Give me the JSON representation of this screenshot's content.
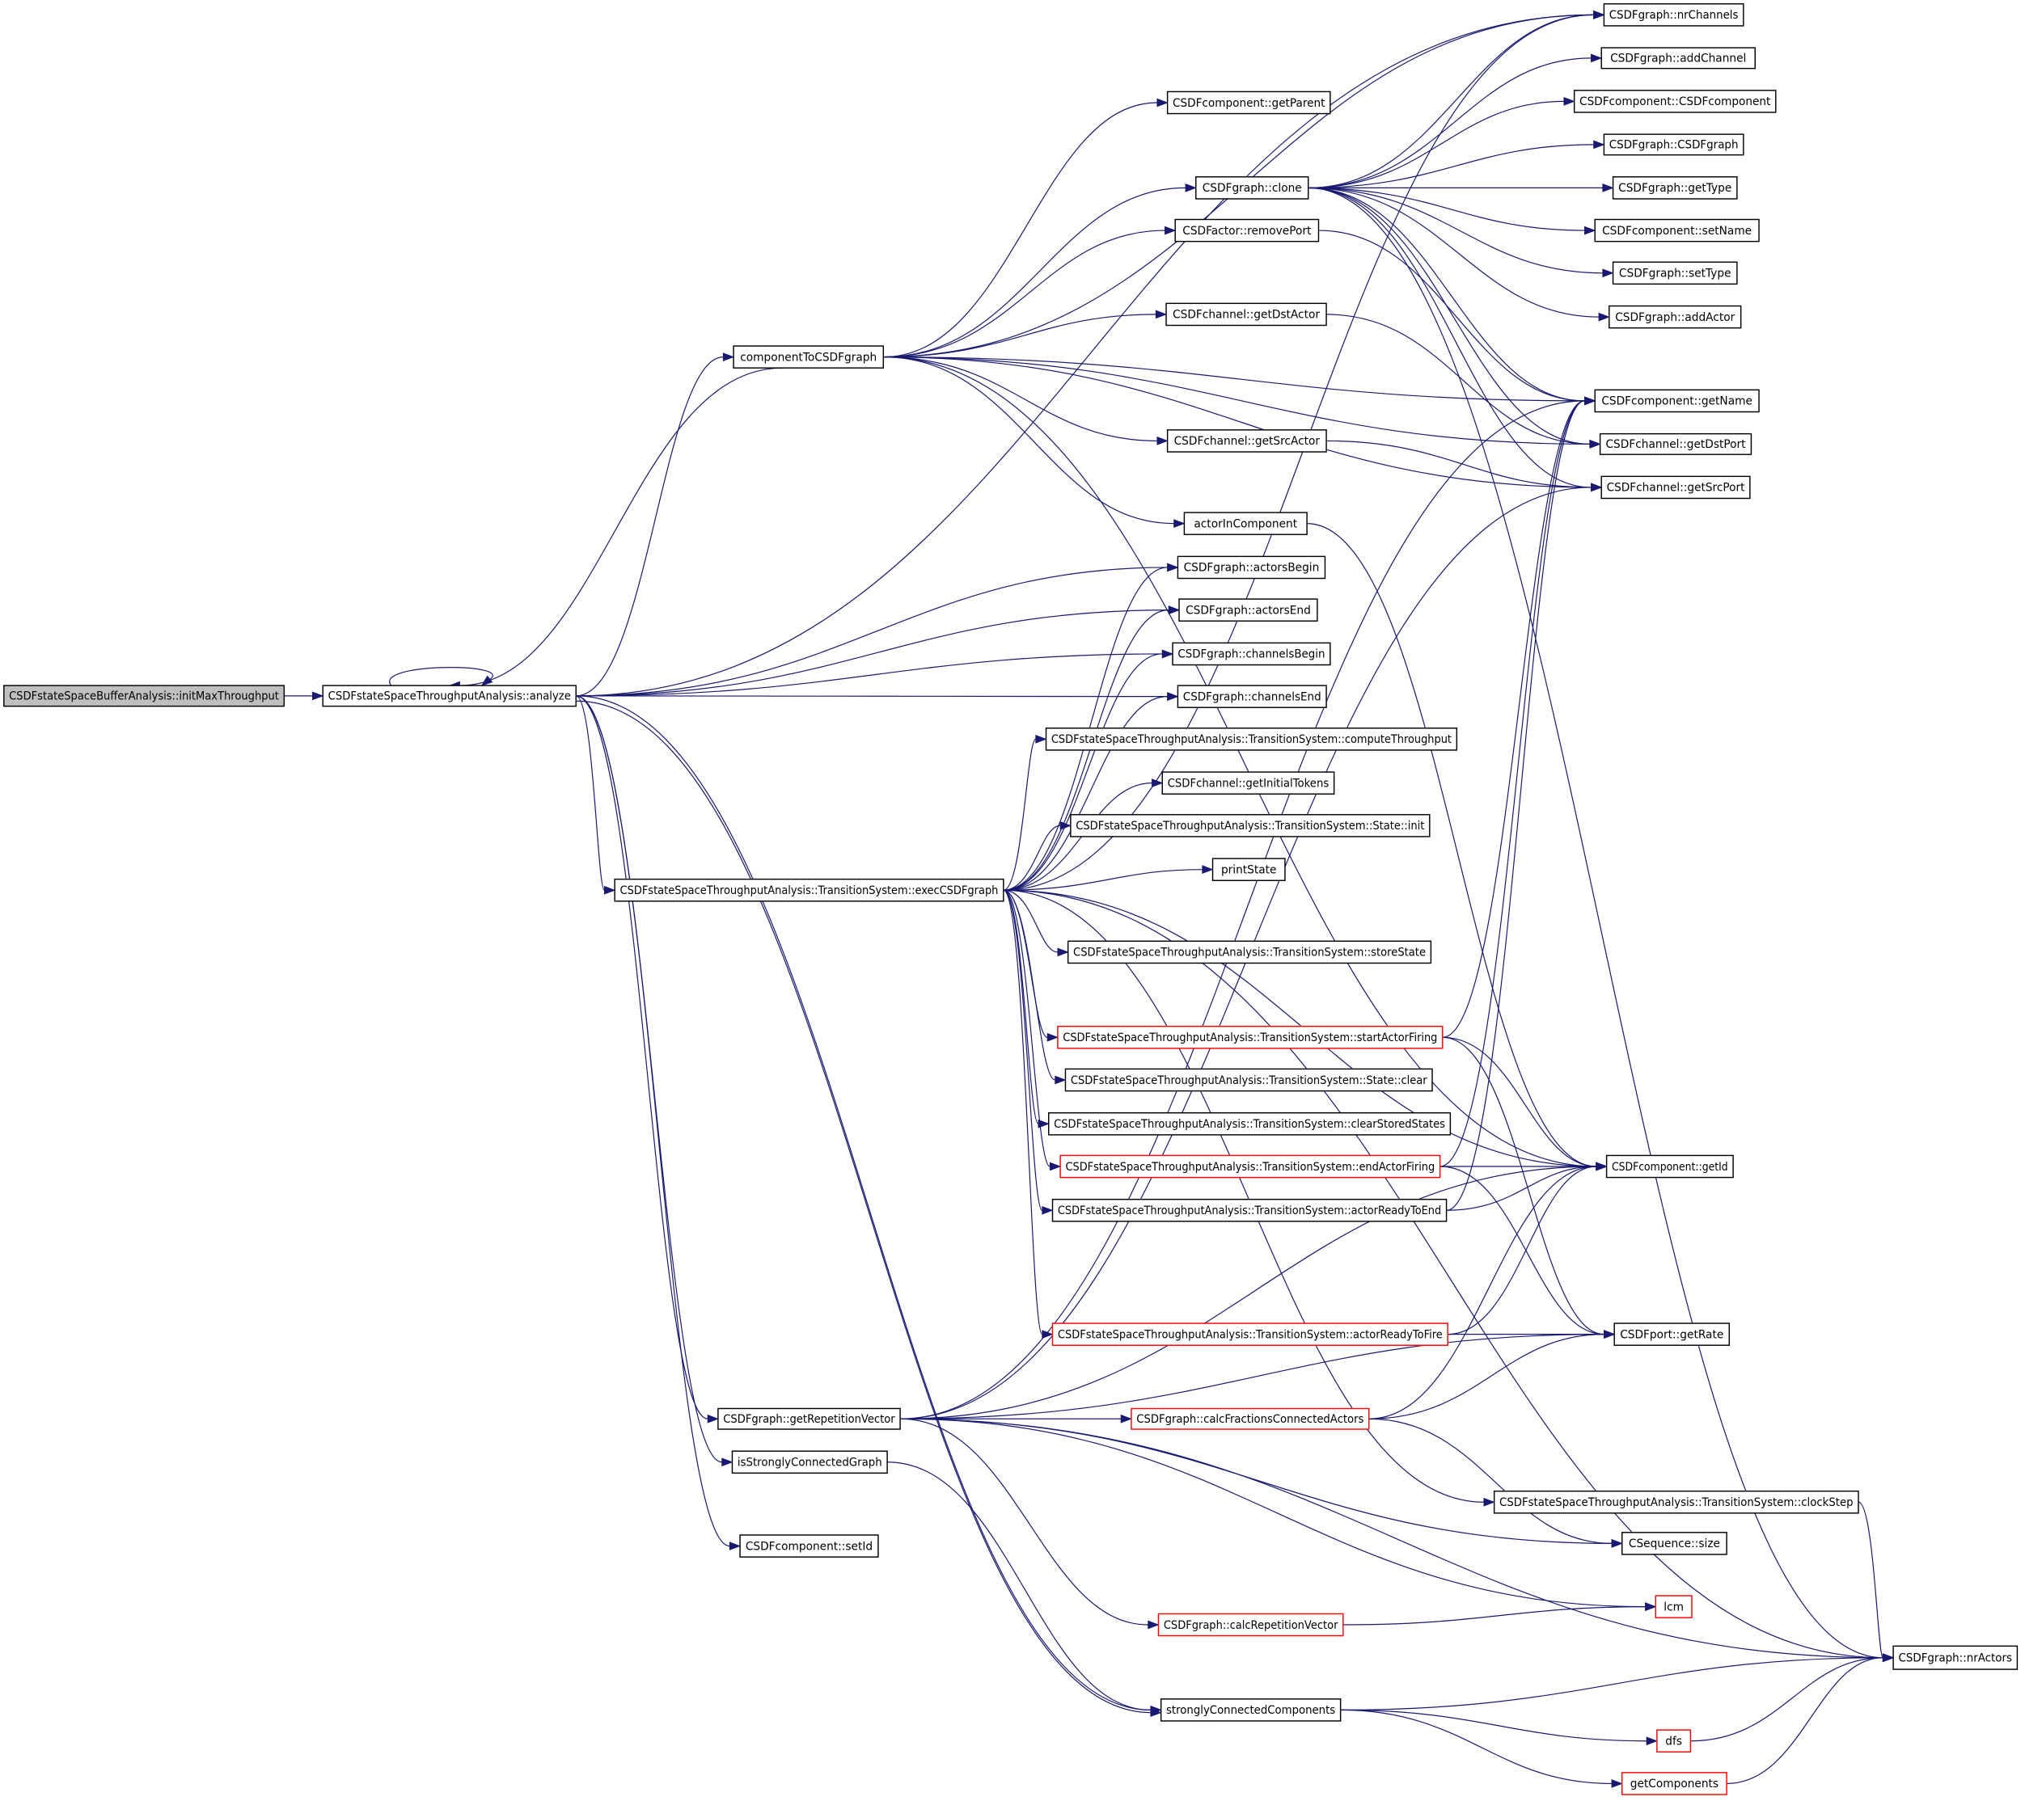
{
  "graph": {
    "type": "call-graph",
    "colors": {
      "edge": "#191970",
      "root_fill": "#bfbfbf",
      "node_fill": "#ffffff",
      "node_border": "#000000",
      "truncated_border": "#ff0000"
    },
    "nodes": [
      {
        "id": "initMax",
        "label": "CSDFstateSpaceBufferAnalysis::initMaxThroughput",
        "style": "root"
      },
      {
        "id": "analyze",
        "label": "CSDFstateSpaceThroughputAnalysis::analyze",
        "style": "normal"
      },
      {
        "id": "compToGraph",
        "label": "componentToCSDFgraph",
        "style": "normal"
      },
      {
        "id": "getParent",
        "label": "CSDFcomponent::getParent",
        "style": "normal"
      },
      {
        "id": "clone",
        "label": "CSDFgraph::clone",
        "style": "normal"
      },
      {
        "id": "removePort",
        "label": "CSDFactor::removePort",
        "style": "normal"
      },
      {
        "id": "getDstActor",
        "label": "CSDFchannel::getDstActor",
        "style": "normal"
      },
      {
        "id": "getSrcActor",
        "label": "CSDFchannel::getSrcActor",
        "style": "normal"
      },
      {
        "id": "actorInComponent",
        "label": "actorInComponent",
        "style": "normal"
      },
      {
        "id": "actorsBegin",
        "label": "CSDFgraph::actorsBegin",
        "style": "normal"
      },
      {
        "id": "actorsEnd",
        "label": "CSDFgraph::actorsEnd",
        "style": "normal"
      },
      {
        "id": "channelsBegin",
        "label": "CSDFgraph::channelsBegin",
        "style": "normal"
      },
      {
        "id": "channelsEnd",
        "label": "CSDFgraph::channelsEnd",
        "style": "normal"
      },
      {
        "id": "computeThroughput",
        "label": "CSDFstateSpaceThroughputAnalysis::TransitionSystem::computeThroughput",
        "style": "normal"
      },
      {
        "id": "getInitialTokens",
        "label": "CSDFchannel::getInitialTokens",
        "style": "normal"
      },
      {
        "id": "stateInit",
        "label": "CSDFstateSpaceThroughputAnalysis::TransitionSystem::State::init",
        "style": "normal"
      },
      {
        "id": "printState",
        "label": "printState",
        "style": "normal"
      },
      {
        "id": "execCSDFgraph",
        "label": "CSDFstateSpaceThroughputAnalysis::TransitionSystem::execCSDFgraph",
        "style": "normal"
      },
      {
        "id": "storeState",
        "label": "CSDFstateSpaceThroughputAnalysis::TransitionSystem::storeState",
        "style": "normal"
      },
      {
        "id": "startActorFiring",
        "label": "CSDFstateSpaceThroughputAnalysis::TransitionSystem::startActorFiring",
        "style": "truncated"
      },
      {
        "id": "stateClear",
        "label": "CSDFstateSpaceThroughputAnalysis::TransitionSystem::State::clear",
        "style": "normal"
      },
      {
        "id": "clearStoredStates",
        "label": "CSDFstateSpaceThroughputAnalysis::TransitionSystem::clearStoredStates",
        "style": "normal"
      },
      {
        "id": "endActorFiring",
        "label": "CSDFstateSpaceThroughputAnalysis::TransitionSystem::endActorFiring",
        "style": "truncated"
      },
      {
        "id": "actorReadyToEnd",
        "label": "CSDFstateSpaceThroughputAnalysis::TransitionSystem::actorReadyToEnd",
        "style": "normal"
      },
      {
        "id": "actorReadyToFire",
        "label": "CSDFstateSpaceThroughputAnalysis::TransitionSystem::actorReadyToFire",
        "style": "truncated"
      },
      {
        "id": "getRepetitionVector",
        "label": "CSDFgraph::getRepetitionVector",
        "style": "normal"
      },
      {
        "id": "calcFractions",
        "label": "CSDFgraph::calcFractionsConnectedActors",
        "style": "truncated"
      },
      {
        "id": "isStronglyConnected",
        "label": "isStronglyConnectedGraph",
        "style": "normal"
      },
      {
        "id": "setId",
        "label": "CSDFcomponent::setId",
        "style": "normal"
      },
      {
        "id": "calcRepetitionVector",
        "label": "CSDFgraph::calcRepetitionVector",
        "style": "truncated"
      },
      {
        "id": "scc",
        "label": "stronglyConnectedComponents",
        "style": "normal"
      },
      {
        "id": "nrChannels",
        "label": "CSDFgraph::nrChannels",
        "style": "normal"
      },
      {
        "id": "addChannel",
        "label": "CSDFgraph::addChannel",
        "style": "normal"
      },
      {
        "id": "ctorComponent",
        "label": "CSDFcomponent::CSDFcomponent",
        "style": "normal"
      },
      {
        "id": "ctorGraph",
        "label": "CSDFgraph::CSDFgraph",
        "style": "normal"
      },
      {
        "id": "getType",
        "label": "CSDFgraph::getType",
        "style": "normal"
      },
      {
        "id": "setName",
        "label": "CSDFcomponent::setName",
        "style": "normal"
      },
      {
        "id": "setType",
        "label": "CSDFgraph::setType",
        "style": "normal"
      },
      {
        "id": "addActor",
        "label": "CSDFgraph::addActor",
        "style": "normal"
      },
      {
        "id": "getName",
        "label": "CSDFcomponent::getName",
        "style": "normal"
      },
      {
        "id": "getDstPort",
        "label": "CSDFchannel::getDstPort",
        "style": "normal"
      },
      {
        "id": "getSrcPort",
        "label": "CSDFchannel::getSrcPort",
        "style": "normal"
      },
      {
        "id": "getId",
        "label": "CSDFcomponent::getId",
        "style": "normal"
      },
      {
        "id": "getRate",
        "label": "CSDFport::getRate",
        "style": "normal"
      },
      {
        "id": "clockStep",
        "label": "CSDFstateSpaceThroughputAnalysis::TransitionSystem::clockStep",
        "style": "normal"
      },
      {
        "id": "seqSize",
        "label": "CSequence::size",
        "style": "normal"
      },
      {
        "id": "lcm",
        "label": "lcm",
        "style": "truncated"
      },
      {
        "id": "nrActors",
        "label": "CSDFgraph::nrActors",
        "style": "normal"
      },
      {
        "id": "dfs",
        "label": "dfs",
        "style": "truncated"
      },
      {
        "id": "getComponents",
        "label": "getComponents",
        "style": "truncated"
      }
    ],
    "edges": [
      [
        "initMax",
        "analyze"
      ],
      [
        "analyze",
        "analyze"
      ],
      [
        "analyze",
        "nrChannels"
      ],
      [
        "analyze",
        "compToGraph"
      ],
      [
        "analyze",
        "actorsBegin"
      ],
      [
        "analyze",
        "actorsEnd"
      ],
      [
        "analyze",
        "channelsBegin"
      ],
      [
        "analyze",
        "channelsEnd"
      ],
      [
        "analyze",
        "execCSDFgraph"
      ],
      [
        "analyze",
        "getRepetitionVector"
      ],
      [
        "analyze",
        "isStronglyConnected"
      ],
      [
        "analyze",
        "setId"
      ],
      [
        "analyze",
        "scc"
      ],
      [
        "analyze",
        "scc"
      ],
      [
        "compToGraph",
        "getParent"
      ],
      [
        "compToGraph",
        "clone"
      ],
      [
        "compToGraph",
        "removePort"
      ],
      [
        "compToGraph",
        "getDstActor"
      ],
      [
        "compToGraph",
        "getSrcActor"
      ],
      [
        "compToGraph",
        "actorInComponent"
      ],
      [
        "compToGraph",
        "nrChannels"
      ],
      [
        "compToGraph",
        "getName"
      ],
      [
        "compToGraph",
        "getDstPort"
      ],
      [
        "compToGraph",
        "getSrcPort"
      ],
      [
        "compToGraph",
        "getId"
      ],
      [
        "compToGraph",
        "analyze"
      ],
      [
        "clone",
        "nrChannels"
      ],
      [
        "clone",
        "addChannel"
      ],
      [
        "clone",
        "ctorComponent"
      ],
      [
        "clone",
        "ctorGraph"
      ],
      [
        "clone",
        "getType"
      ],
      [
        "clone",
        "setName"
      ],
      [
        "clone",
        "setType"
      ],
      [
        "clone",
        "addActor"
      ],
      [
        "clone",
        "getName"
      ],
      [
        "clone",
        "getDstPort"
      ],
      [
        "clone",
        "getSrcPort"
      ],
      [
        "clone",
        "nrActors"
      ],
      [
        "removePort",
        "getName"
      ],
      [
        "getDstActor",
        "getDstPort"
      ],
      [
        "getSrcActor",
        "getSrcPort"
      ],
      [
        "actorInComponent",
        "getId"
      ],
      [
        "execCSDFgraph",
        "nrChannels"
      ],
      [
        "execCSDFgraph",
        "actorsBegin"
      ],
      [
        "execCSDFgraph",
        "actorsEnd"
      ],
      [
        "execCSDFgraph",
        "channelsBegin"
      ],
      [
        "execCSDFgraph",
        "channelsEnd"
      ],
      [
        "execCSDFgraph",
        "computeThroughput"
      ],
      [
        "execCSDFgraph",
        "getInitialTokens"
      ],
      [
        "execCSDFgraph",
        "stateInit"
      ],
      [
        "execCSDFgraph",
        "printState"
      ],
      [
        "execCSDFgraph",
        "storeState"
      ],
      [
        "execCSDFgraph",
        "startActorFiring"
      ],
      [
        "execCSDFgraph",
        "stateClear"
      ],
      [
        "execCSDFgraph",
        "clearStoredStates"
      ],
      [
        "execCSDFgraph",
        "endActorFiring"
      ],
      [
        "execCSDFgraph",
        "actorReadyToEnd"
      ],
      [
        "execCSDFgraph",
        "actorReadyToFire"
      ],
      [
        "execCSDFgraph",
        "getId"
      ],
      [
        "execCSDFgraph",
        "clockStep"
      ],
      [
        "execCSDFgraph",
        "nrActors"
      ],
      [
        "startActorFiring",
        "getName"
      ],
      [
        "startActorFiring",
        "getId"
      ],
      [
        "startActorFiring",
        "getRate"
      ],
      [
        "endActorFiring",
        "getName"
      ],
      [
        "endActorFiring",
        "getId"
      ],
      [
        "endActorFiring",
        "getRate"
      ],
      [
        "actorReadyToEnd",
        "getId"
      ],
      [
        "actorReadyToEnd",
        "getName"
      ],
      [
        "actorReadyToFire",
        "getId"
      ],
      [
        "actorReadyToFire",
        "getRate"
      ],
      [
        "getRepetitionVector",
        "calcFractions"
      ],
      [
        "getRepetitionVector",
        "getId"
      ],
      [
        "getRepetitionVector",
        "getRate"
      ],
      [
        "getRepetitionVector",
        "getSrcPort"
      ],
      [
        "getRepetitionVector",
        "getName"
      ],
      [
        "getRepetitionVector",
        "seqSize"
      ],
      [
        "getRepetitionVector",
        "lcm"
      ],
      [
        "getRepetitionVector",
        "calcRepetitionVector"
      ],
      [
        "getRepetitionVector",
        "nrActors"
      ],
      [
        "calcFractions",
        "getId"
      ],
      [
        "calcFractions",
        "getRate"
      ],
      [
        "calcFractions",
        "seqSize"
      ],
      [
        "isStronglyConnected",
        "scc"
      ],
      [
        "calcRepetitionVector",
        "lcm"
      ],
      [
        "scc",
        "nrActors"
      ],
      [
        "scc",
        "dfs"
      ],
      [
        "scc",
        "getComponents"
      ],
      [
        "clockStep",
        "nrActors"
      ],
      [
        "dfs",
        "nrActors"
      ],
      [
        "getComponents",
        "nrActors"
      ]
    ]
  }
}
